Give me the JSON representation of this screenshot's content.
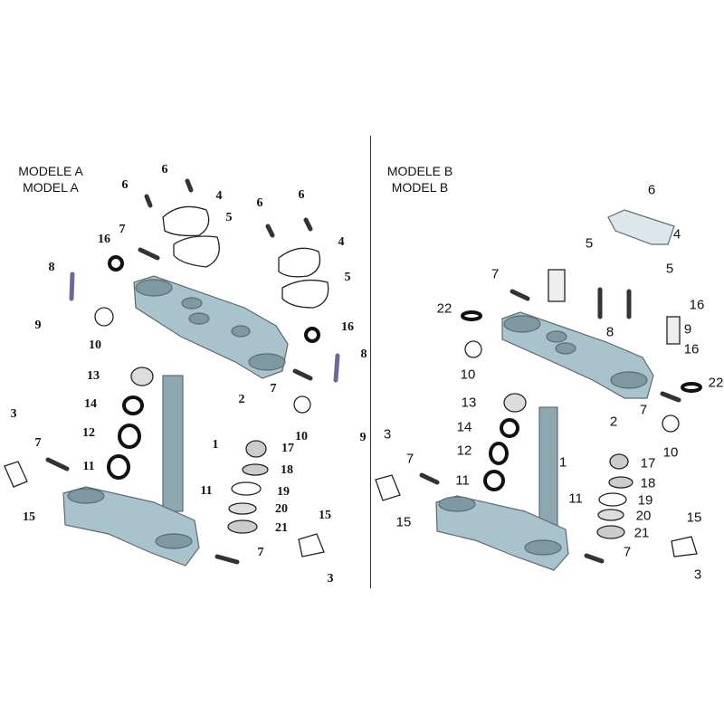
{
  "model_a": {
    "heading_line1": "MODELE A",
    "heading_line2": "MODEL A",
    "callouts": [
      "6",
      "6",
      "4",
      "5",
      "6",
      "6",
      "4",
      "5",
      "7",
      "16",
      "8",
      "9",
      "10",
      "16",
      "8",
      "2",
      "7",
      "13",
      "14",
      "12",
      "11",
      "1",
      "7",
      "3",
      "15",
      "11",
      "17",
      "18",
      "19",
      "20",
      "21",
      "7",
      "10",
      "9",
      "15",
      "3"
    ]
  },
  "model_b": {
    "heading_line1": "MODELE B",
    "heading_line2": "MODEL B",
    "callouts": [
      "6",
      "4",
      "5",
      "5",
      "7",
      "22",
      "16",
      "9",
      "16",
      "8",
      "10",
      "22",
      "2",
      "7",
      "13",
      "14",
      "12",
      "11",
      "1",
      "3",
      "7",
      "15",
      "11",
      "17",
      "18",
      "19",
      "20",
      "21",
      "10",
      "7",
      "15",
      "3"
    ]
  },
  "colors": {
    "part_fill": "#a9c3cc",
    "part_stroke": "#555",
    "line": "#111"
  }
}
